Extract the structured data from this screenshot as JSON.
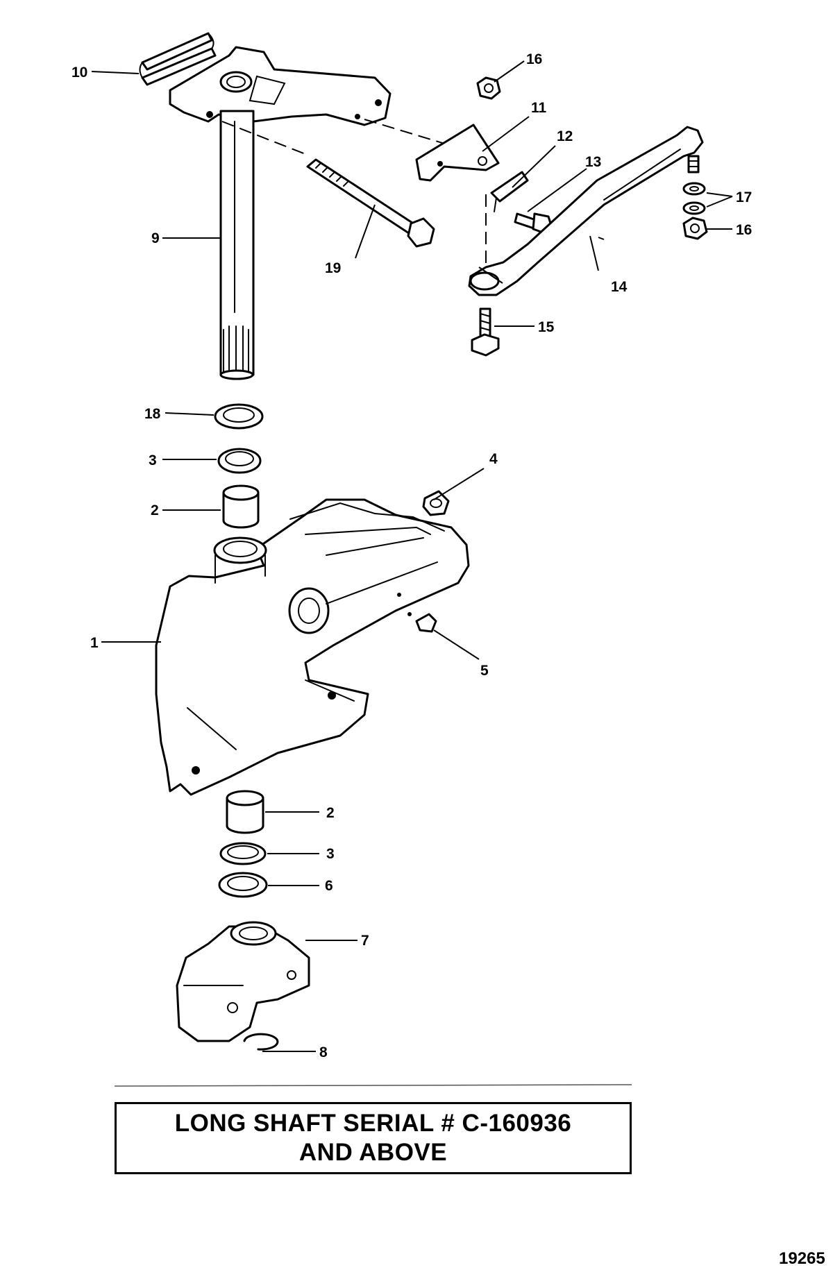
{
  "caption": {
    "line1": "LONG SHAFT SERIAL # C-160936",
    "line2": "AND ABOVE"
  },
  "figure_number": "19265",
  "callouts": {
    "c1": "1",
    "c2a": "2",
    "c2b": "2",
    "c3a": "3",
    "c3b": "3",
    "c4": "4",
    "c5": "5",
    "c6": "6",
    "c7": "7",
    "c8": "8",
    "c9": "9",
    "c10": "10",
    "c11": "11",
    "c12": "12",
    "c13": "13",
    "c14": "14",
    "c15": "15",
    "c16a": "16",
    "c16b": "16",
    "c17": "17",
    "c18": "18",
    "c19": "19"
  }
}
